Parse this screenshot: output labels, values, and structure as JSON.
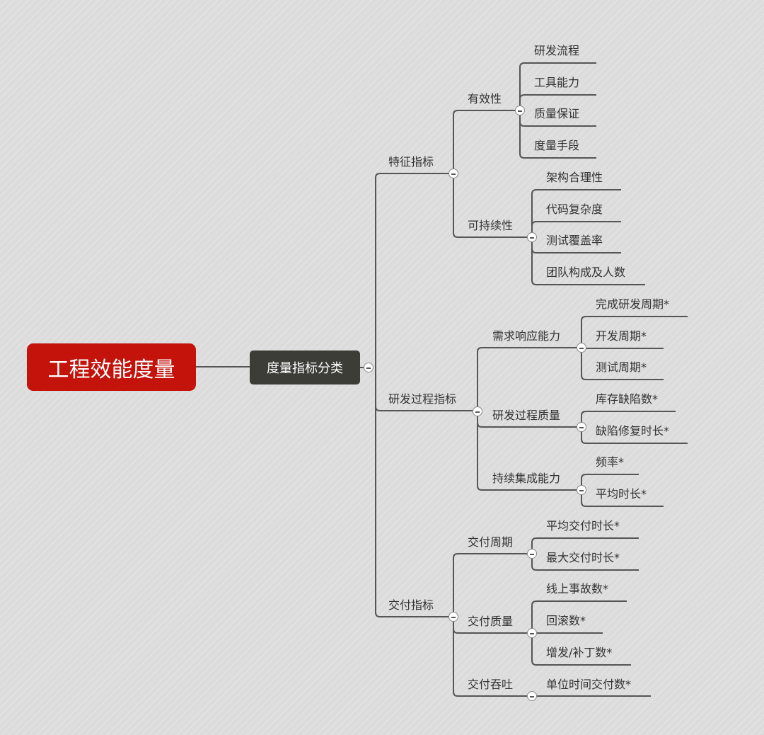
{
  "root": {
    "label": "工程效能度量"
  },
  "main": {
    "label": "度量指标分类"
  },
  "categories": [
    {
      "label": "特征指标",
      "groups": [
        {
          "label": "有效性",
          "items": [
            "研发流程",
            "工具能力",
            "质量保证",
            "度量手段"
          ]
        },
        {
          "label": "可持续性",
          "items": [
            "架构合理性",
            "代码复杂度",
            "测试覆盖率",
            "团队构成及人数"
          ]
        }
      ]
    },
    {
      "label": "研发过程指标",
      "groups": [
        {
          "label": "需求响应能力",
          "items": [
            "完成研发周期*",
            "开发周期*",
            "测试周期*"
          ]
        },
        {
          "label": "研发过程质量",
          "items": [
            "库存缺陷数*",
            "缺陷修复时长*"
          ]
        },
        {
          "label": "持续集成能力",
          "items": [
            "频率*",
            "平均时长*"
          ]
        }
      ]
    },
    {
      "label": "交付指标",
      "groups": [
        {
          "label": "交付周期",
          "items": [
            "平均交付时长*",
            "最大交付时长*"
          ]
        },
        {
          "label": "交付质量",
          "items": [
            "线上事故数*",
            "回滚数*",
            "增发/补丁数*"
          ]
        },
        {
          "label": "交付吞吐",
          "items": [
            "单位时间交付数*"
          ]
        }
      ]
    }
  ],
  "colors": {
    "root": "#c3130b",
    "main": "#3c3d37",
    "line": "#555555",
    "text": "#333333",
    "background": "#dcdcdc"
  }
}
